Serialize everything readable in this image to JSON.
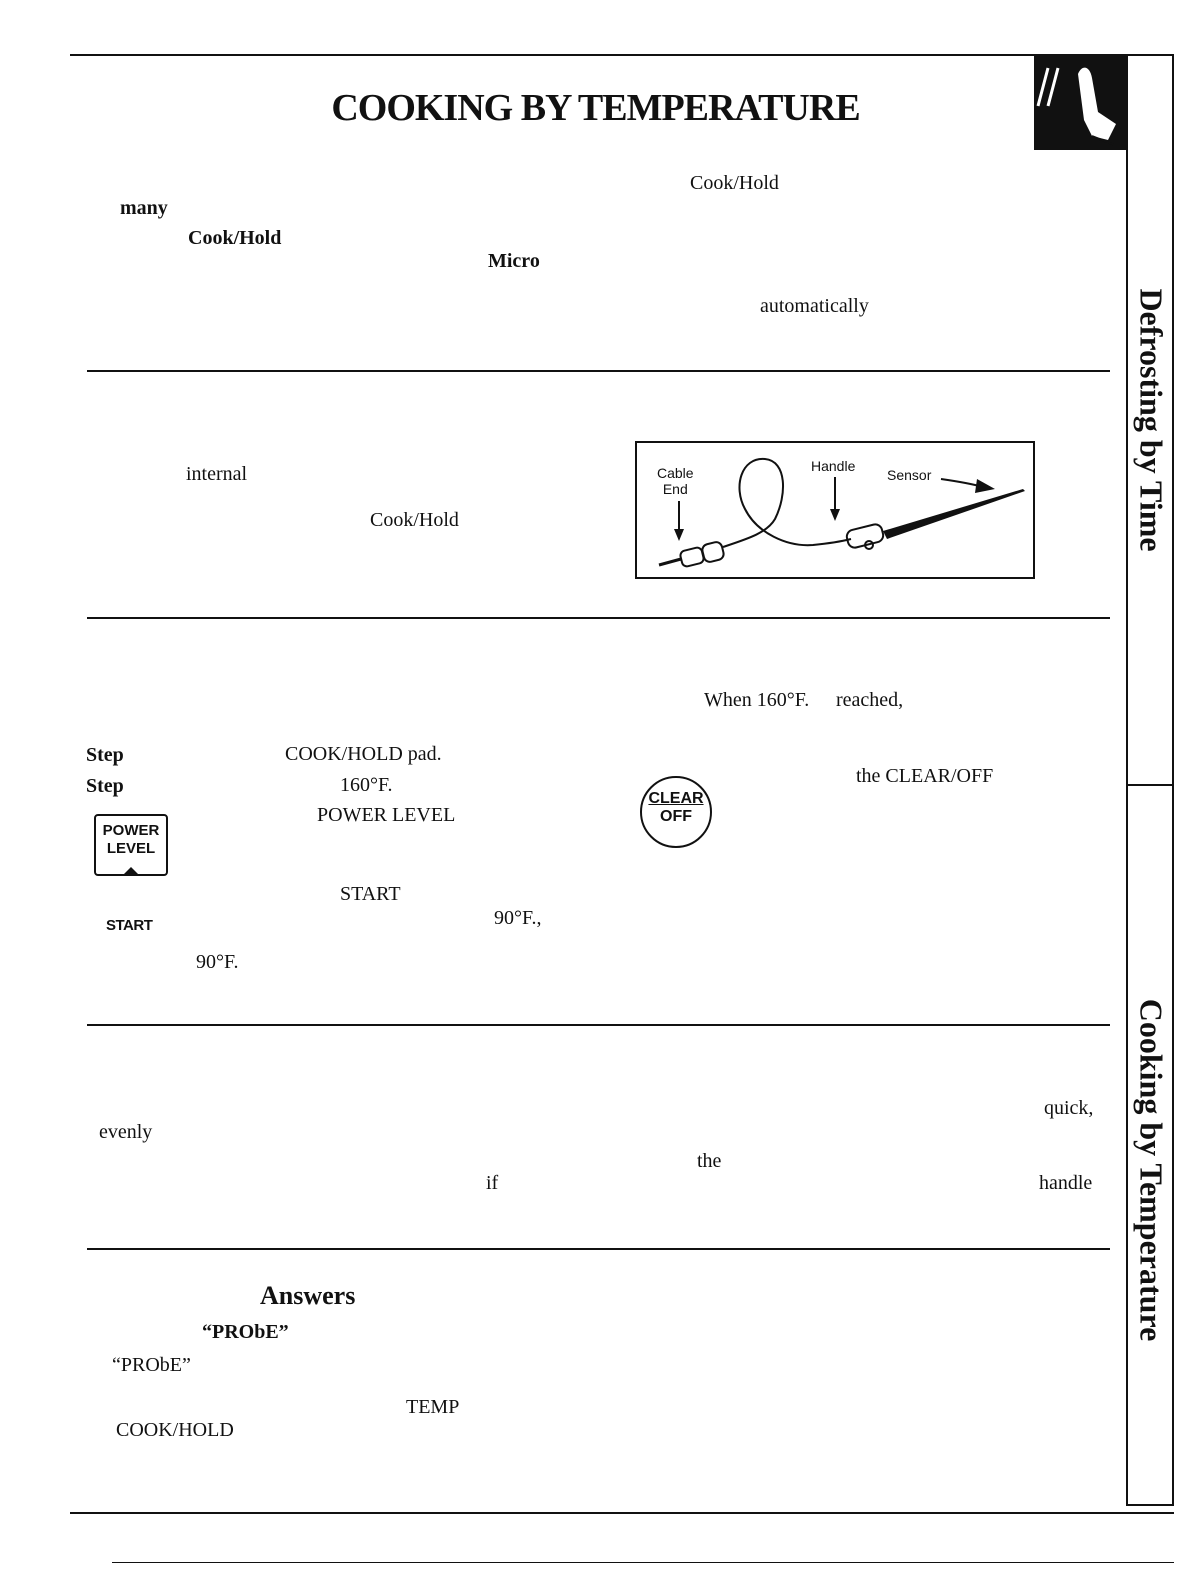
{
  "page": {
    "title": "COOKING BY TEMPERATURE"
  },
  "side_tabs": {
    "defrosting_by_time": "Defrosting by Time",
    "cooking_by_temperature": "Cooking by Temperature"
  },
  "intro": {
    "w1": "Cook/Hold",
    "w2": "many",
    "w3": "Cook/Hold",
    "w4": "Micro",
    "w5": "automatically"
  },
  "probe_section": {
    "w1": "internal",
    "w2": "Cook/Hold",
    "diagram": {
      "cable_end_line1": "Cable",
      "cable_end_line2": "End",
      "handle": "Handle",
      "sensor": "Sensor"
    }
  },
  "steps_section": {
    "when": "When 160°F.",
    "reached": "reached,",
    "step1": "Step",
    "step1_text": "COOK/HOLD pad.",
    "step2": "Step",
    "step2_text": "160°F.",
    "power_level_text": "POWER LEVEL",
    "start_text": "START",
    "temp_90a": "90°F.,",
    "temp_90b": "90°F.",
    "clear_off_text": "the CLEAR/OFF",
    "keys": {
      "power_line1": "POWER",
      "power_line2": "LEVEL",
      "start": "START",
      "clear_line1": "CLEAR",
      "clear_line2": "OFF"
    }
  },
  "tips_section": {
    "quick": "quick,",
    "evenly": "evenly",
    "the": "the",
    "if": "if",
    "handle": "handle"
  },
  "qa_section": {
    "answers": "Answers",
    "probe1": "“PRObE”",
    "probe2": "“PRObE”",
    "temp": "TEMP",
    "cook_hold": "COOK/HOLD"
  }
}
